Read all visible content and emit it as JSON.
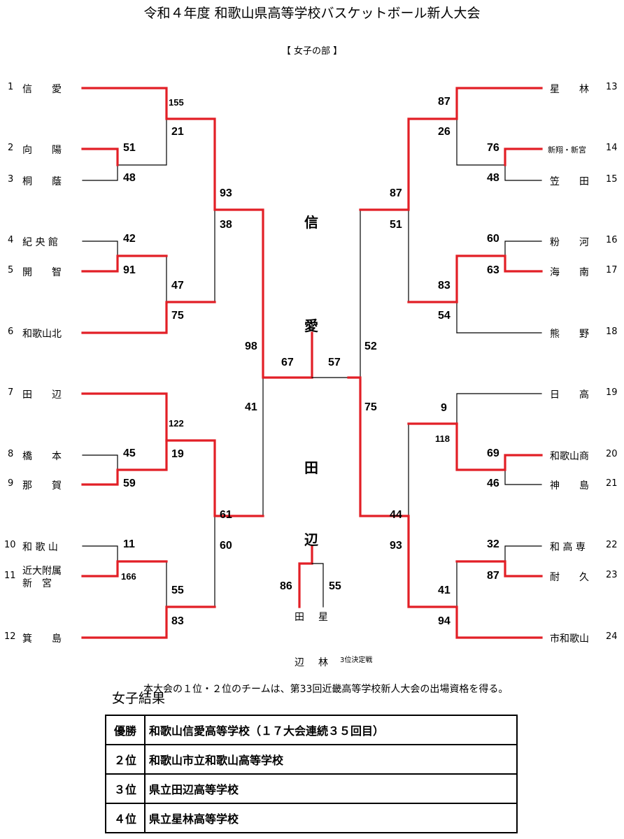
{
  "title": "令和４年度 和歌山県高等学校バスケットボール新人大会",
  "division": "【 女子の部 】",
  "teams": [
    {
      "seed": "1",
      "name": "信　　愛"
    },
    {
      "seed": "2",
      "name": "向　　陽"
    },
    {
      "seed": "3",
      "name": "桐　　蔭"
    },
    {
      "seed": "4",
      "name": "紀 央 館"
    },
    {
      "seed": "5",
      "name": "開　　智"
    },
    {
      "seed": "6",
      "name": "和歌山北"
    },
    {
      "seed": "7",
      "name": "田　　辺"
    },
    {
      "seed": "8",
      "name": "橋　　本"
    },
    {
      "seed": "9",
      "name": "那　　賀"
    },
    {
      "seed": "10",
      "name": "和 歌 山"
    },
    {
      "seed": "11",
      "name": "近大附属",
      "name2": "新　宮"
    },
    {
      "seed": "12",
      "name": "箕　　島"
    },
    {
      "seed": "13",
      "name": "星　　林"
    },
    {
      "seed": "14",
      "name": "新翔・新宮"
    },
    {
      "seed": "15",
      "name": "笠　　田"
    },
    {
      "seed": "16",
      "name": "粉　　河"
    },
    {
      "seed": "17",
      "name": "海　　南"
    },
    {
      "seed": "18",
      "name": "熊　　野"
    },
    {
      "seed": "19",
      "name": "日　　高"
    },
    {
      "seed": "20",
      "name": "和歌山商"
    },
    {
      "seed": "21",
      "name": "神　　島"
    },
    {
      "seed": "22",
      "name": "和 高 専"
    },
    {
      "seed": "23",
      "name": "耐　　久"
    },
    {
      "seed": "24",
      "name": "市和歌山"
    }
  ],
  "scores": {
    "r1_2": "51",
    "r1_3": "48",
    "r1_4": "42",
    "r1_5": "91",
    "r1_8": "45",
    "r1_9": "59",
    "r1_10": "11",
    "r1_11": "166",
    "r1_14": "76",
    "r1_15": "48",
    "r1_16": "60",
    "r1_17": "63",
    "r1_20": "69",
    "r1_21": "46",
    "r1_22": "32",
    "r1_23": "87",
    "r2_1": "155",
    "r2_2": "21",
    "r2_5": "47",
    "r2_6": "75",
    "r2_7": "122",
    "r2_8": "19",
    "r2_11": "55",
    "r2_12": "83",
    "r2_13": "87",
    "r2_14": "26",
    "r2_17": "83",
    "r2_18": "54",
    "r2_19": "9",
    "r2_20": "118",
    "r2_23": "41",
    "r2_24": "94",
    "r3_a": "93",
    "r3_b": "38",
    "r3_c": "61",
    "r3_d": "60",
    "r3_e": "87",
    "r3_f": "51",
    "r3_g": "44",
    "r3_h": "93",
    "sf_top_left": "98",
    "sf_bottom_left": "41",
    "sf_top_right": "52",
    "sf_bottom_right": "75",
    "final_left": "67",
    "final_right": "57",
    "third_left": "86",
    "third_right": "55"
  },
  "champion_chars": [
    "信",
    "愛"
  ],
  "runnerup_chars": [
    "田",
    "辺"
  ],
  "third_place": {
    "left_team_top": "田",
    "left_team_bottom": "辺",
    "right_team_top": "星",
    "right_team_bottom": "林",
    "label": "3位決定戦"
  },
  "results": {
    "label": "女子結果",
    "note": "本大会の１位・２位のチームは、第33回近畿高等学校新人大会の出場資格を得る。",
    "rows": [
      {
        "rank": "優勝",
        "school": "和歌山信愛高等学校（１７大会連続３５回目）"
      },
      {
        "rank": "２位",
        "school": "和歌山市立和歌山高等学校"
      },
      {
        "rank": "３位",
        "school": "県立田辺高等学校"
      },
      {
        "rank": "４位",
        "school": "県立星林高等学校"
      }
    ]
  },
  "colors": {
    "winner_line": "#e21f26",
    "loser_line": "#000000"
  }
}
